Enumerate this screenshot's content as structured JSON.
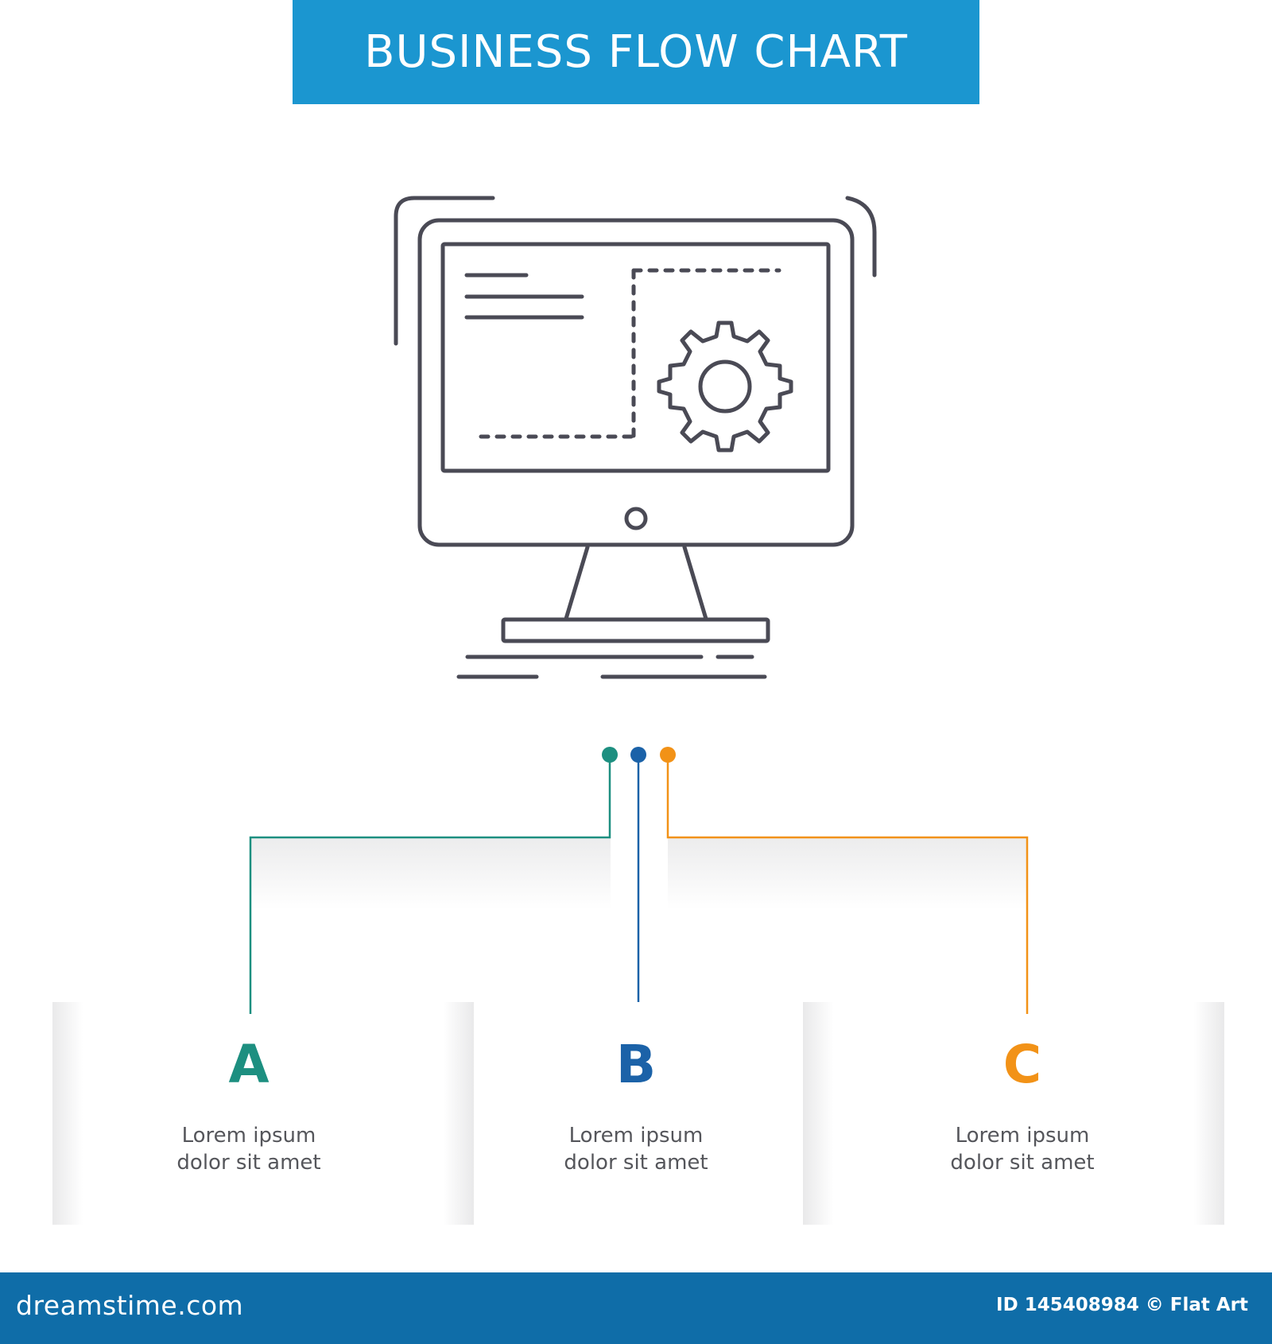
{
  "header": {
    "title": "BUSINESS FLOW CHART"
  },
  "icon": {
    "name": "monitor-settings-icon",
    "stroke_color": "#4a4a55"
  },
  "connectors": {
    "colors": {
      "a": "#1d8f80",
      "b": "#1b62a8",
      "c": "#f29217"
    }
  },
  "boxes": [
    {
      "letter": "A",
      "line1": "Lorem ipsum",
      "line2": "dolor sit amet",
      "color": "#1d8f80"
    },
    {
      "letter": "B",
      "line1": "Lorem ipsum",
      "line2": "dolor sit amet",
      "color": "#1b62a8"
    },
    {
      "letter": "C",
      "line1": "Lorem ipsum",
      "line2": "dolor sit amet",
      "color": "#f29217"
    }
  ],
  "footer": {
    "brand": "dreamstime.com",
    "credit": "ID 145408984 © Flat Art"
  },
  "colors": {
    "banner": "#1b96d0",
    "footer": "#0f6da8"
  }
}
